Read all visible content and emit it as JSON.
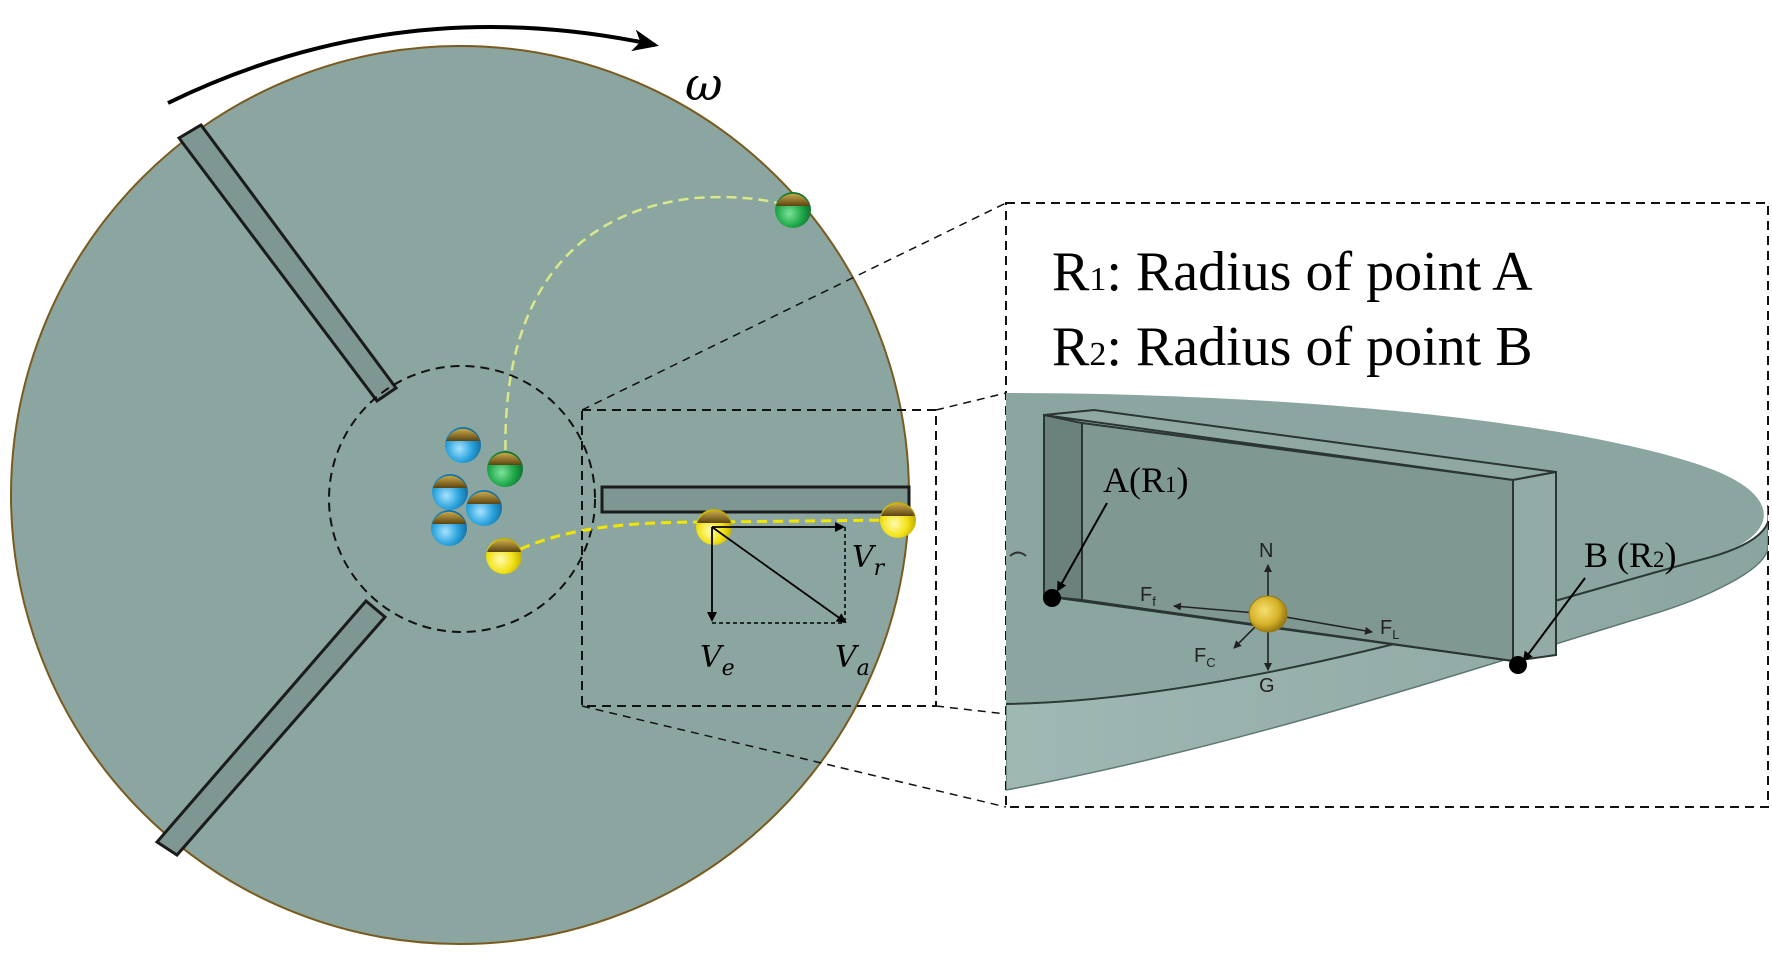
{
  "symbols": {
    "omega": "ω",
    "v_r": {
      "base": "V",
      "sub": "r"
    },
    "v_e": {
      "base": "V",
      "sub": "e"
    },
    "v_a": {
      "base": "V",
      "sub": "a"
    }
  },
  "legend": {
    "line1": {
      "sym": "R",
      "sub": "1",
      "text": ": Radius of point A"
    },
    "line2": {
      "sym": "R",
      "sub": "2",
      "text": ": Radius of point B"
    }
  },
  "points": {
    "a": {
      "pre": "A(R",
      "sub": "1",
      "post": ")"
    },
    "b": {
      "pre": "B (R",
      "sub": "2",
      "post": ")"
    }
  },
  "forces": {
    "n": "N",
    "g": "G",
    "ff": {
      "base": "F",
      "sub": "f"
    },
    "fl": {
      "base": "F",
      "sub": "L"
    },
    "fc": {
      "base": "F",
      "sub": "C"
    }
  },
  "colors": {
    "disk": "#8ba6a0",
    "groove": "#7e9792",
    "ball_yellow": "#f2e216",
    "ball_green": "#1fa84a",
    "ball_blue": "#2aa3dc",
    "ball_cap": "#8a6a18",
    "trajectory_green": "#d8e88a",
    "trajectory_yellow": "#e8e000"
  }
}
